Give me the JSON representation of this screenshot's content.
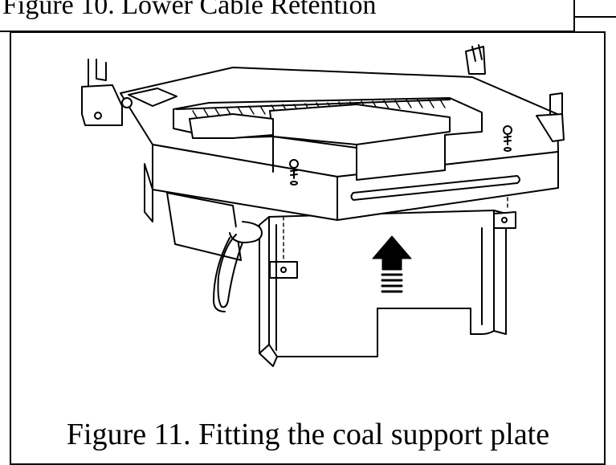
{
  "figure10": {
    "caption": "Figure 10. Lower Cable Retention"
  },
  "figure11": {
    "caption": "Figure 11. Fitting the coal support plate",
    "illustration": "line-drawing"
  },
  "icons": {
    "arrow": "up-arrow-icon",
    "screw": "screw-icon"
  }
}
